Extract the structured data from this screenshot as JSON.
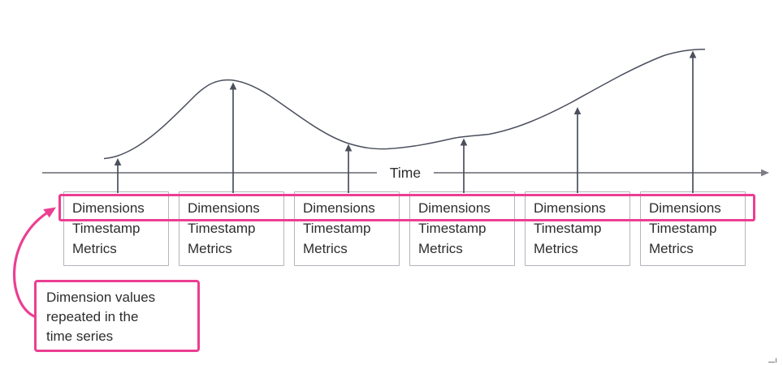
{
  "axis": {
    "label": "Time"
  },
  "records": [
    {
      "dimensions": "Dimensions",
      "timestamp": "Timestamp",
      "metrics": "Metrics"
    },
    {
      "dimensions": "Dimensions",
      "timestamp": "Timestamp",
      "metrics": "Metrics"
    },
    {
      "dimensions": "Dimensions",
      "timestamp": "Timestamp",
      "metrics": "Metrics"
    },
    {
      "dimensions": "Dimensions",
      "timestamp": "Timestamp",
      "metrics": "Metrics"
    },
    {
      "dimensions": "Dimensions",
      "timestamp": "Timestamp",
      "metrics": "Metrics"
    },
    {
      "dimensions": "Dimensions",
      "timestamp": "Timestamp",
      "metrics": "Metrics"
    }
  ],
  "callout": {
    "line1": "Dimension values",
    "line2": "repeated in the",
    "line3": "time series"
  },
  "colors": {
    "accent_pink": "#ec3e92",
    "line_dark": "#4a4f5c",
    "axis_gray": "#7c7c84",
    "box_border": "#b4b4bc",
    "text": "#2d2d2d"
  }
}
